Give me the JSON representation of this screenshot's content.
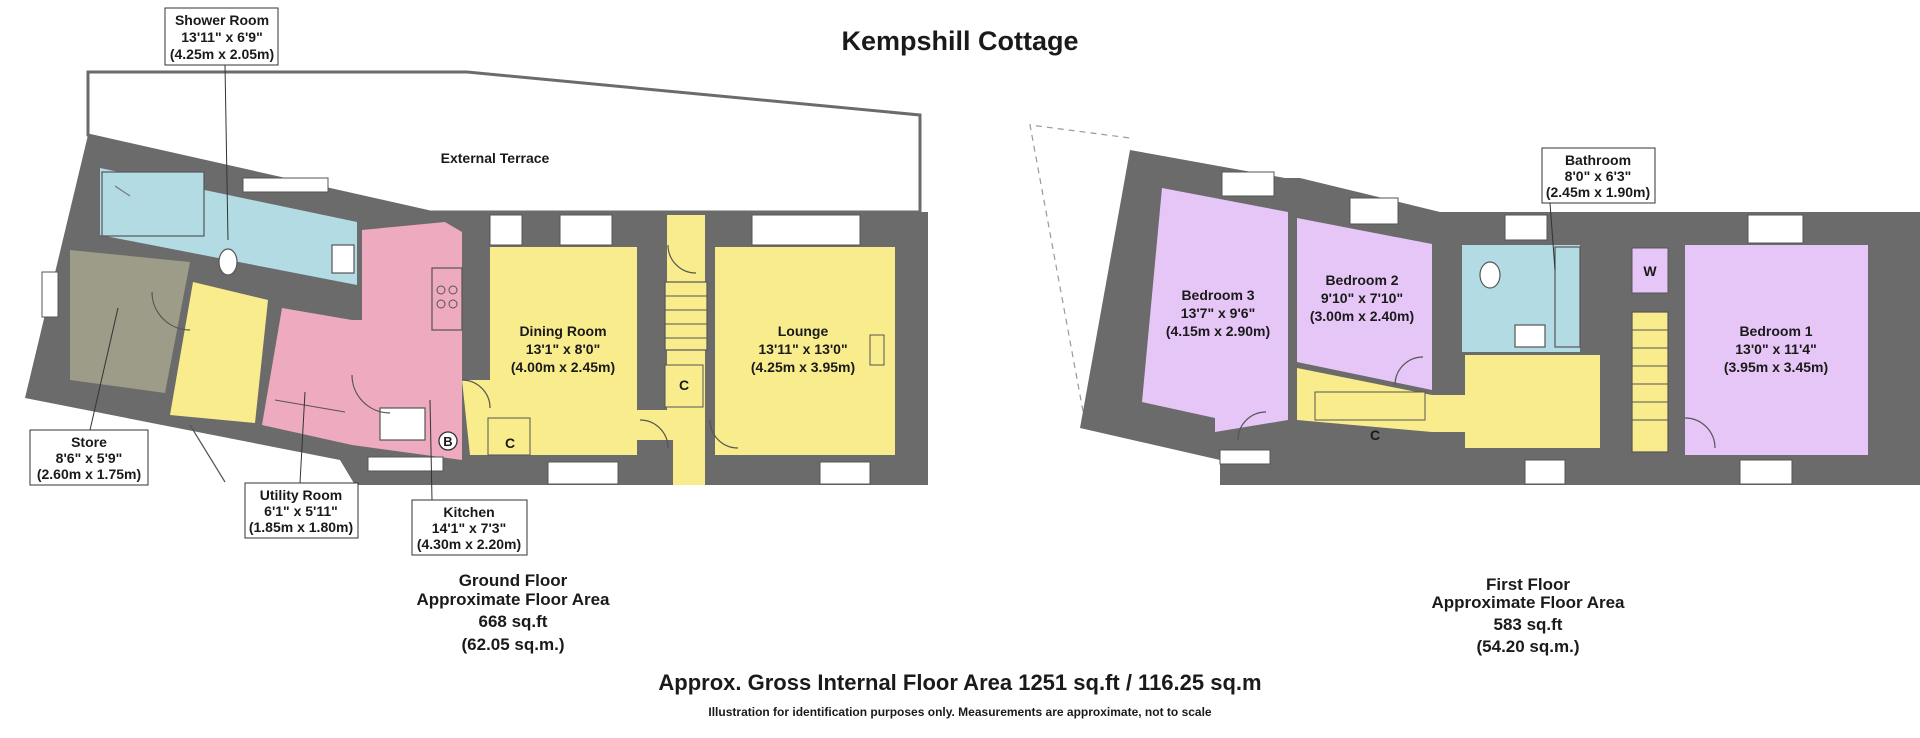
{
  "title": "Kempshill Cottage",
  "colors": {
    "wall": "#6b6b6b",
    "yellow": "#f9ec8c",
    "pink": "#eeaabf",
    "blue": "#b2dbe4",
    "lilac": "#e6c6f6",
    "store": "#9c9c88",
    "terrace": "#ffffff"
  },
  "ground": {
    "terrace": "External Terrace",
    "shower": {
      "name": "Shower Room",
      "imp": "13'11\" x 6'9\"",
      "met": "(4.25m x 2.05m)"
    },
    "store": {
      "name": "Store",
      "imp": "8'6\" x 5'9\"",
      "met": "(2.60m x 1.75m)"
    },
    "utility": {
      "name": "Utility Room",
      "imp": "6'1\" x 5'11\"",
      "met": "(1.85m x 1.80m)"
    },
    "kitchen": {
      "name": "Kitchen",
      "imp": "14'1\" x 7'3\"",
      "met": "(4.30m x 2.20m)"
    },
    "dining": {
      "name": "Dining Room",
      "imp": "13'1\" x 8'0\"",
      "met": "(4.00m x 2.45m)"
    },
    "lounge": {
      "name": "Lounge",
      "imp": "13'11\" x 13'0\"",
      "met": "(4.25m x 3.95m)"
    },
    "cupboard1": "C",
    "cupboard2": "C",
    "boiler": "B",
    "summary": {
      "label": "Ground Floor",
      "area": "Approximate Floor Area",
      "sqft": "668 sq.ft",
      "sqm": "(62.05 sq.m.)"
    }
  },
  "first": {
    "bed3": {
      "name": "Bedroom 3",
      "imp": "13'7\" x 9'6\"",
      "met": "(4.15m x 2.90m)"
    },
    "bed2": {
      "name": "Bedroom 2",
      "imp": "9'10\" x 7'10\"",
      "met": "(3.00m x 2.40m)"
    },
    "bath": {
      "name": "Bathroom",
      "imp": "8'0\" x 6'3\"",
      "met": "(2.45m x 1.90m)"
    },
    "bed1": {
      "name": "Bedroom 1",
      "imp": "13'0\" x 11'4\"",
      "met": "(3.95m x 3.45m)"
    },
    "wardrobe": "W",
    "cupboard": "C",
    "summary": {
      "label": "First Floor",
      "area": "Approximate Floor Area",
      "sqft": "583 sq.ft",
      "sqm": "(54.20 sq.m.)"
    }
  },
  "gross": "Approx. Gross Internal Floor Area 1251 sq.ft / 116.25 sq.m",
  "disclaimer": "Illustration for identification purposes only. Measurements are approximate, not to scale"
}
